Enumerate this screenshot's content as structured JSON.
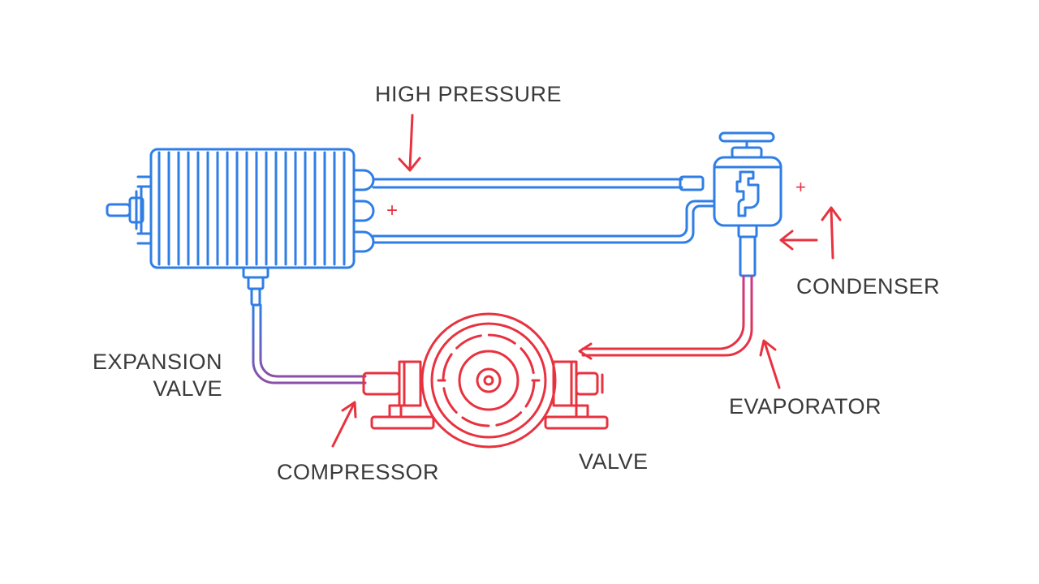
{
  "labels": {
    "high_pressure": "HIGH PRESSURE",
    "condenser": "CONDENSER",
    "expansion_valve_line1": "EXPANSION",
    "expansion_valve_line2": "VALVE",
    "evaporator": "EVAPORATOR",
    "compressor": "COMPRESSOR",
    "valve": "VALVE"
  },
  "symbols": {
    "plus_left": "+",
    "plus_right": "+"
  },
  "colors": {
    "blue": "#2f7ee6",
    "red": "#e8323f",
    "purple": "#8a4fa8",
    "text": "#3a3a3a"
  }
}
